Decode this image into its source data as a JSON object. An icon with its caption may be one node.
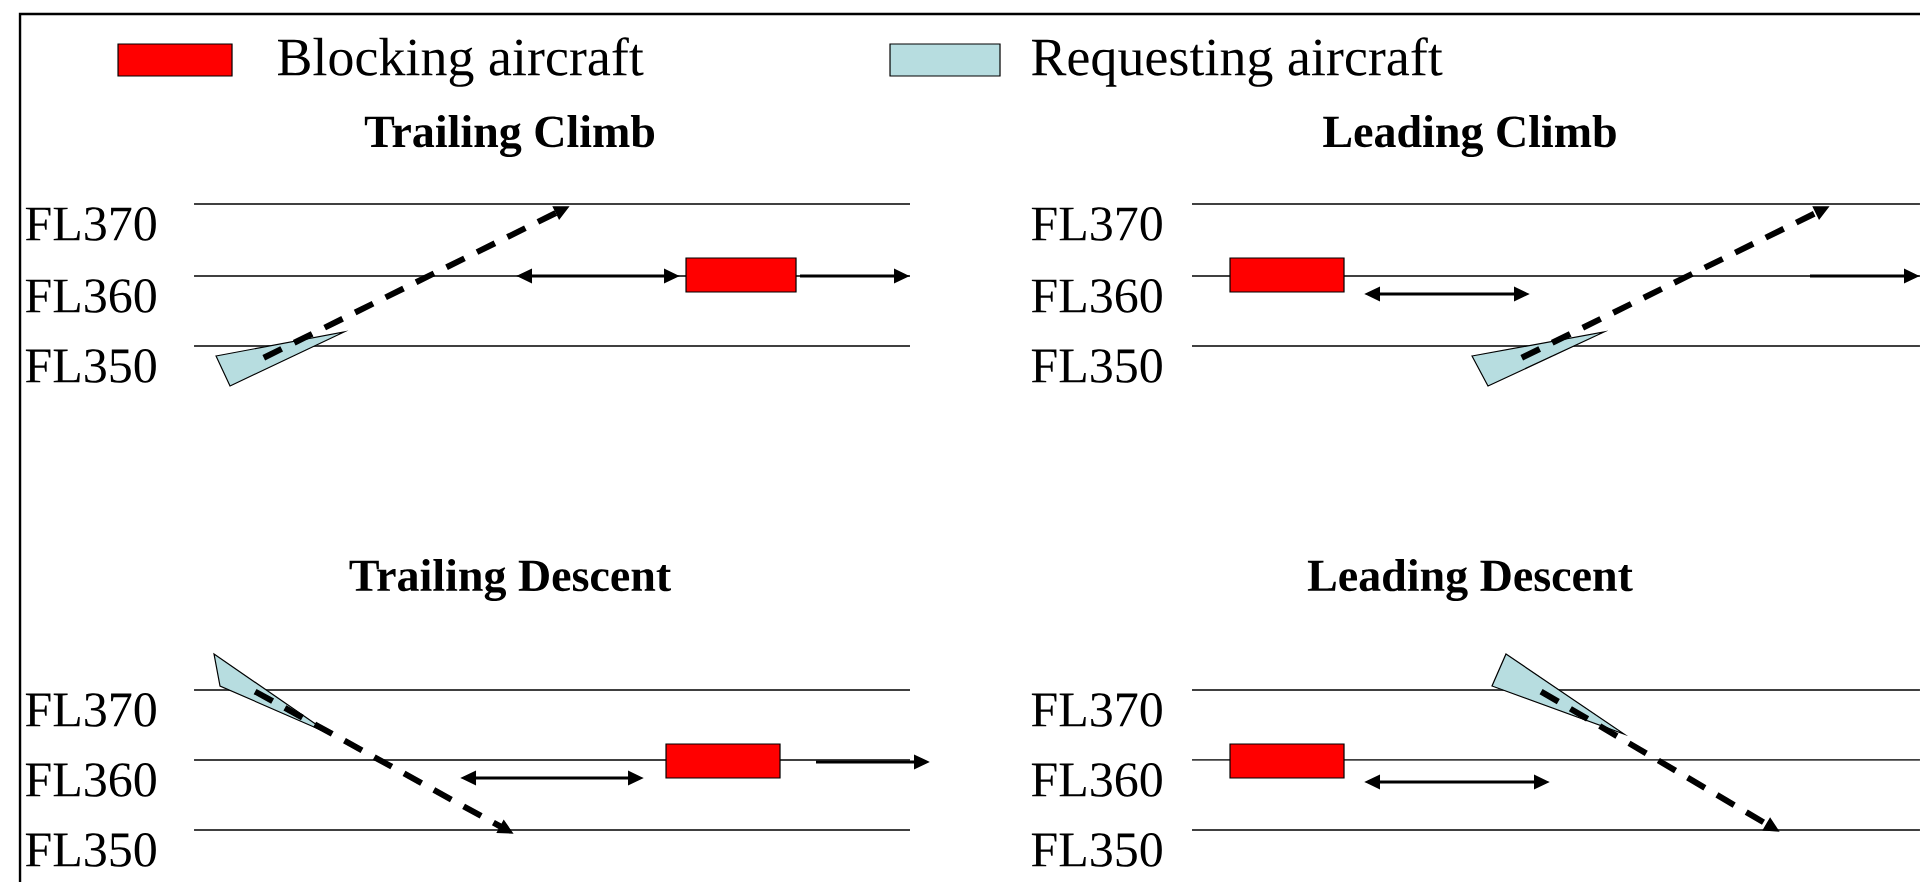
{
  "diagram": {
    "nodes": [
      {
        "text": [],
        "shape": "triangle"
      },
      {
        "text": [],
        "shape": "box"
      },
      {
        "text": [],
        "shape": "box"
      },
      {
        "text": [],
        "shape": "triangle"
      },
      {
        "text": [],
        "shape": "triangle"
      },
      {
        "text": [],
        "shape": "box"
      },
      {
        "text": [],
        "shape": "box"
      },
      {
        "text": [],
        "shape": "triangle"
      }
    ],
    "edges": [
      {
        "from": 0,
        "to": null,
        "arrow": "to",
        "style": "dashed"
      },
      {
        "from": 3,
        "to": null,
        "arrow": "to",
        "style": "dashed"
      },
      {
        "from": 4,
        "to": null,
        "arrow": "to",
        "style": "dashed"
      },
      {
        "from": 7,
        "to": null,
        "arrow": "to",
        "style": "dashed"
      }
    ],
    "labels": [
      "Trailing Climb",
      "FL370",
      "FL360",
      "FL350",
      "Leading Climb",
      "FL370",
      "FL360",
      "FL350",
      "Trailing Descent",
      "FL370",
      "FL360",
      "FL350",
      "Leading Descent",
      "FL370",
      "FL360",
      "FL350"
    ],
    "legend": [
      {
        "text": "Blocking aircraft",
        "color": "#ff0000"
      },
      {
        "text": "Requesting aircraft",
        "color": "#b7dde0"
      }
    ]
  }
}
